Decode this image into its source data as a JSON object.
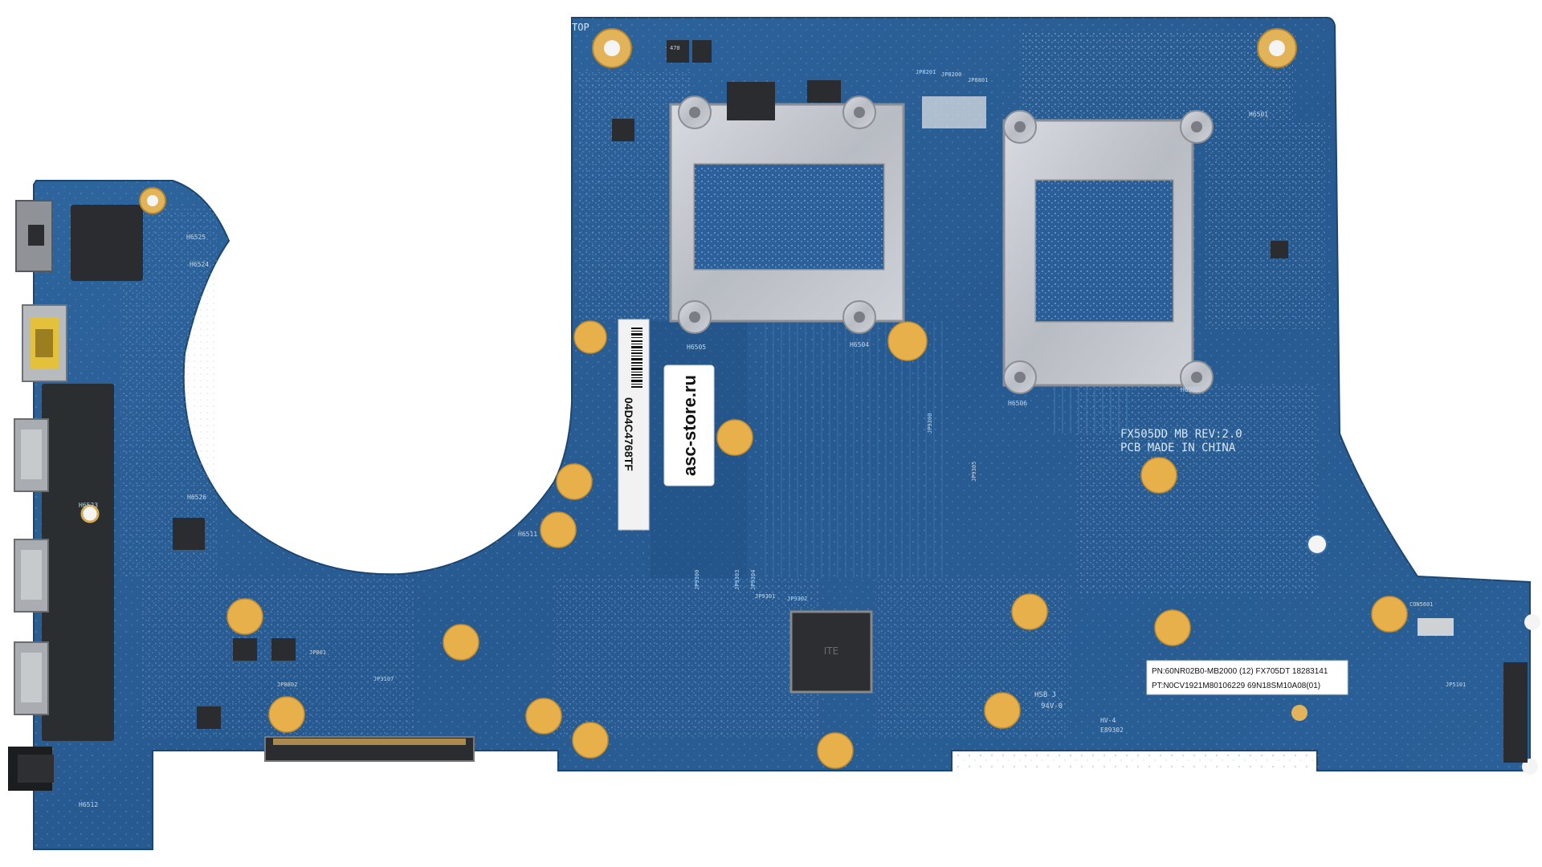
{
  "board": {
    "top_marker": "TOP",
    "model_rev": "FX505DD MB REV:2.0",
    "made_in": "PCB MADE IN CHINA",
    "refs": {
      "h6525": "H6525",
      "h6524": "H6524",
      "h6505": "H6505",
      "h6504": "H6504",
      "h6501": "H6501",
      "h6503": "H6503",
      "h6506": "H6506",
      "h6523": "H6523",
      "h6526": "H6526",
      "h6511": "H6511",
      "h6512": "H6512",
      "jp8201": "JP8201",
      "jp8200": "JP8200",
      "jp8801": "JP8801",
      "jp9300": "JP9300",
      "jp9301": "JP9301",
      "jp9302": "JP9302",
      "jp9303": "JP9303",
      "jp9304": "JP9304",
      "jp9305": "JP9305",
      "jp8802": "JP8802",
      "jp3107": "JP3107",
      "jp5101": "JP5101",
      "con5601": "CON5601",
      "jp801": "JP801",
      "hsb": "HSB J",
      "v94": "94V-0",
      "hv4": "HV-4",
      "e89302": "E89302",
      "cap470": "470"
    }
  },
  "labels": {
    "barcode_text": "04D4C4768TF",
    "store_sticker": "asc-store.ru",
    "pn_line": "PN:60NR02B0-MB2000     (12) FX705DT   18283141",
    "pt_line": "PT:N0CV1921M80106229          69N18SM10A08(01)"
  },
  "colors": {
    "pcb": "#2a5e94",
    "pcb_dark": "#1f4f80",
    "pad_gold": "#e8b04a",
    "shield": "#c8cbd0"
  }
}
